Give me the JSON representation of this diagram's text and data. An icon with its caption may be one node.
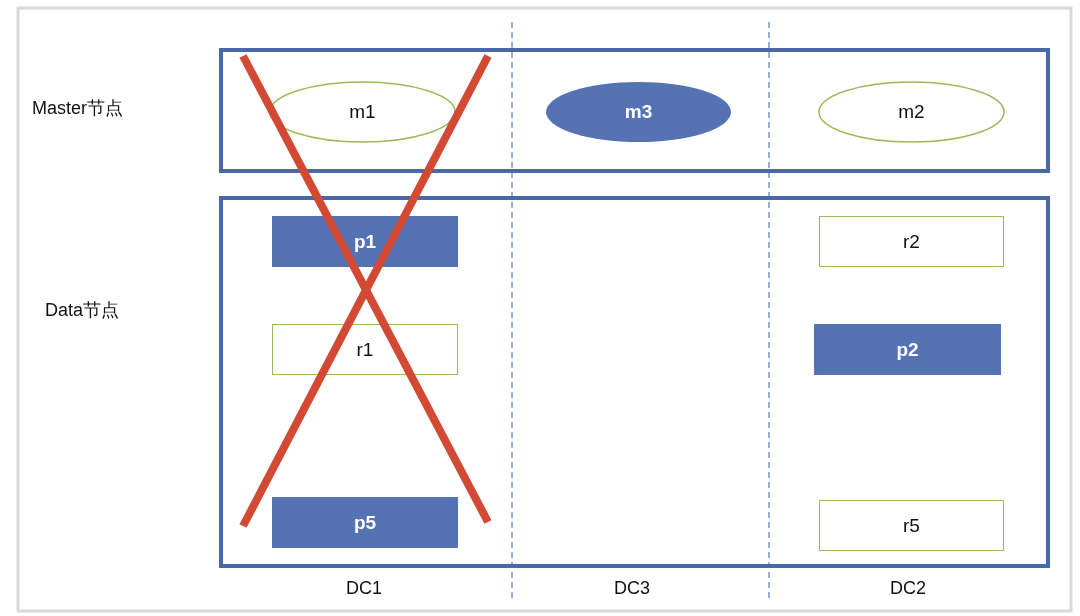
{
  "diagram": {
    "nodes": [
      {
        "text": [],
        "shape": "box"
      },
      {
        "text": [
          "m1"
        ],
        "in": 0
      },
      {
        "text": [
          "m3"
        ],
        "in": 0
      },
      {
        "text": [
          "m2"
        ],
        "in": 0
      },
      {
        "text": [],
        "shape": "box"
      },
      {
        "text": [
          "p1"
        ],
        "in": 4
      },
      {
        "text": [
          "r2"
        ],
        "in": 4
      },
      {
        "text": [
          "r1"
        ],
        "in": 4
      },
      {
        "text": [
          "p2"
        ],
        "in": 4
      },
      {
        "text": [
          "p5"
        ],
        "in": 4
      },
      {
        "text": [
          "r5"
        ],
        "in": 4
      }
    ],
    "labels": [
      "Master节点",
      "Data节点",
      "DC1",
      "DC3",
      "DC2"
    ]
  }
}
